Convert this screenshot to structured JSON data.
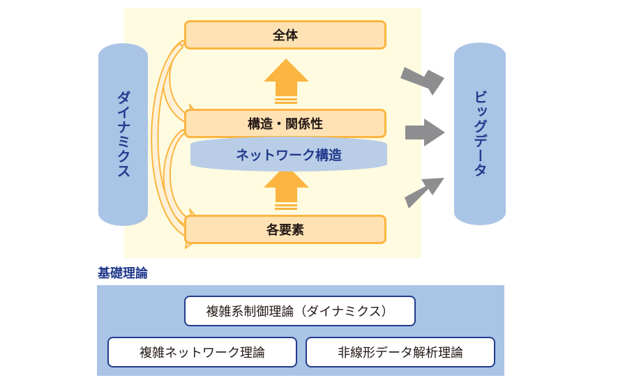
{
  "diagram": {
    "levels": {
      "whole": "全体",
      "structure": "構造・関係性",
      "network": "ネットワーク構造",
      "elements": "各要素"
    },
    "left_pillar": "ダイナミクス",
    "right_pillar": "ビッグデータ",
    "foundation": {
      "title": "基礎理論",
      "theories": [
        "複雑系制御理論（ダイナミクス）",
        "複雑ネットワーク理論",
        "非線形データ解析理論"
      ]
    },
    "colors": {
      "stage_bg": "#fffbe0",
      "box_fill": "#ffe2b4",
      "box_border": "#fbb540",
      "pillar_fill": "#aac4e6",
      "accent_text": "#223a8c",
      "gray_arrow": "#8e8e90",
      "orange_arrow": "#fbb540"
    }
  }
}
